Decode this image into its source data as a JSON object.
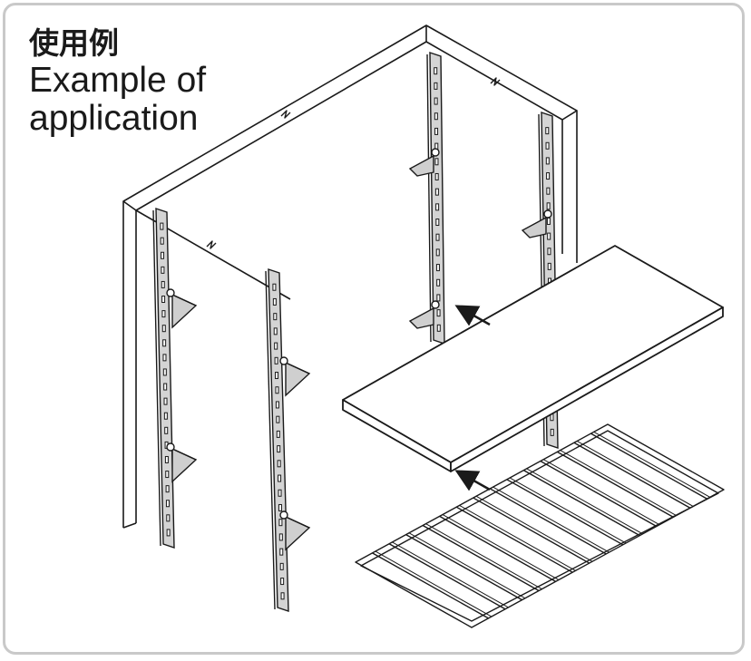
{
  "title": {
    "japanese": "使用例",
    "english_line1": "Example of",
    "english_line2": "application"
  },
  "colors": {
    "frame": "#c9c9c9",
    "line": "#1a1a1a",
    "rail_fill": "#d4d4d4",
    "bracket_fill": "#cfcfcf",
    "shelf_fill": "#ffffff"
  },
  "icons": [
    "arrow-icon",
    "arrow-icon"
  ]
}
